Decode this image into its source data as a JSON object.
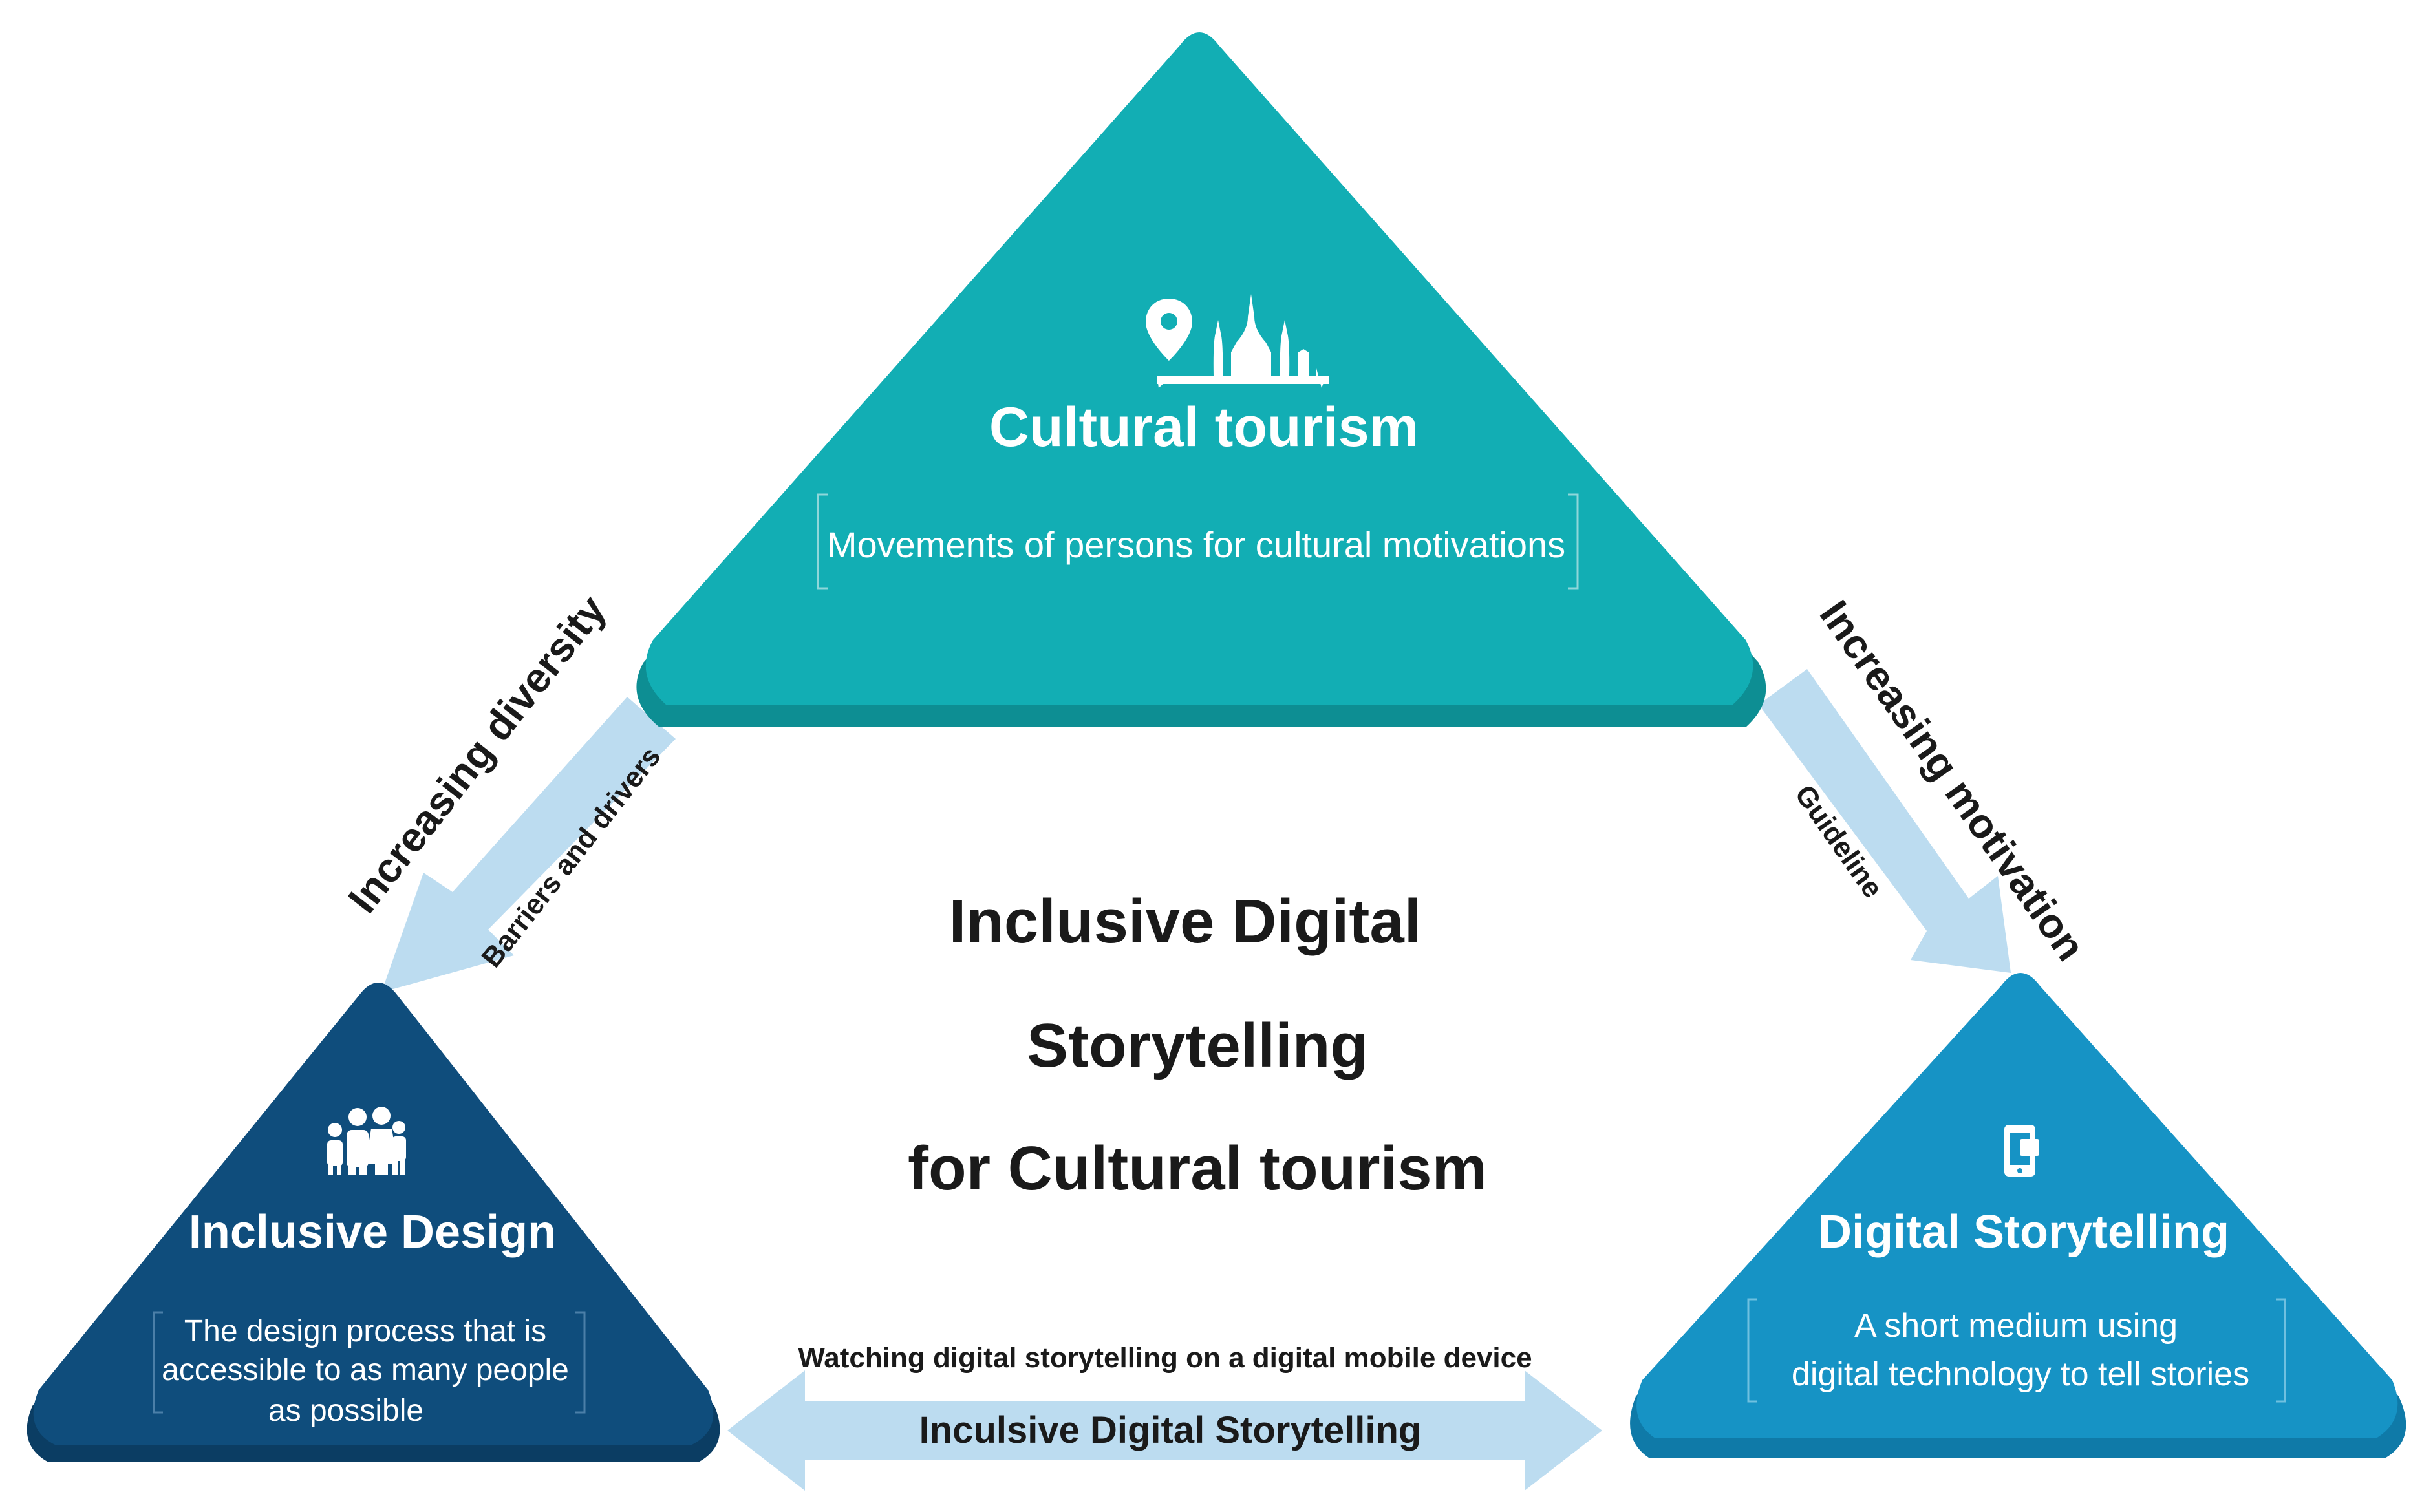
{
  "center_title": {
    "line1": "Inclusive Digital",
    "line2": "Storytelling",
    "line3": "for Cultural tourism"
  },
  "cultural_tourism": {
    "title": "Cultural tourism",
    "description": "Movements of persons for cultural motivations",
    "icon": "temple-location-icon",
    "color": "#12aeb4"
  },
  "inclusive_design": {
    "title": "Inclusive Design",
    "description_line1": "The design process that is",
    "description_line2": "accessible to as many people",
    "description_line3": "as possible",
    "icon": "family-icon",
    "color": "#0f4d7c"
  },
  "digital_storytelling": {
    "title": "Digital Storytelling",
    "description_line1": "A short medium using",
    "description_line2": "digital technology to tell stories",
    "icon": "mobile-device-icon",
    "color": "#1693c5"
  },
  "left_arrow": {
    "outer_label": "Increasing diversity",
    "inner_label": "Barriers and drivers"
  },
  "right_arrow": {
    "outer_label": "Increasing motivation",
    "inner_label": "Guideline"
  },
  "bottom_arrow": {
    "top_label": "Watching digital storytelling on a digital mobile device",
    "inner_label": "Inculsive Digital Storytelling"
  },
  "arrow_color": "#bcdcf0"
}
